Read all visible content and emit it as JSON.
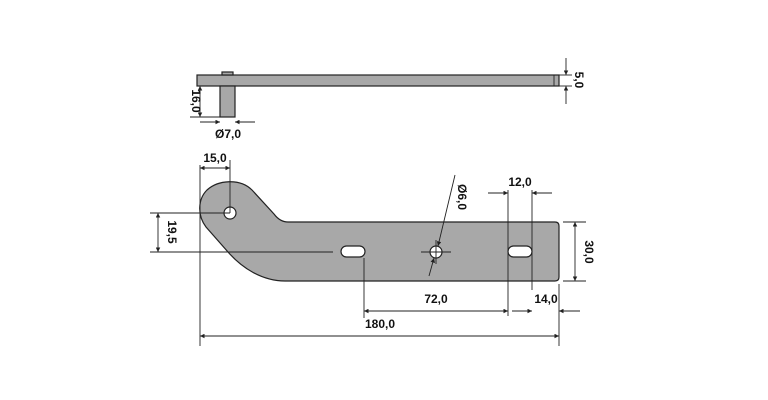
{
  "drawing": {
    "side_view": {
      "thickness": "5,0",
      "pin_length": "16,0",
      "pin_diameter": "Ø7,0"
    },
    "top_view": {
      "lobe_offset": "15,0",
      "vertical_offset": "19,5",
      "hole_diameter": "Ø6,0",
      "slot_length": "12,0",
      "width": "30,0",
      "slot_spacing": "72,0",
      "end_offset": "14,0",
      "overall_length": "180,0"
    }
  }
}
